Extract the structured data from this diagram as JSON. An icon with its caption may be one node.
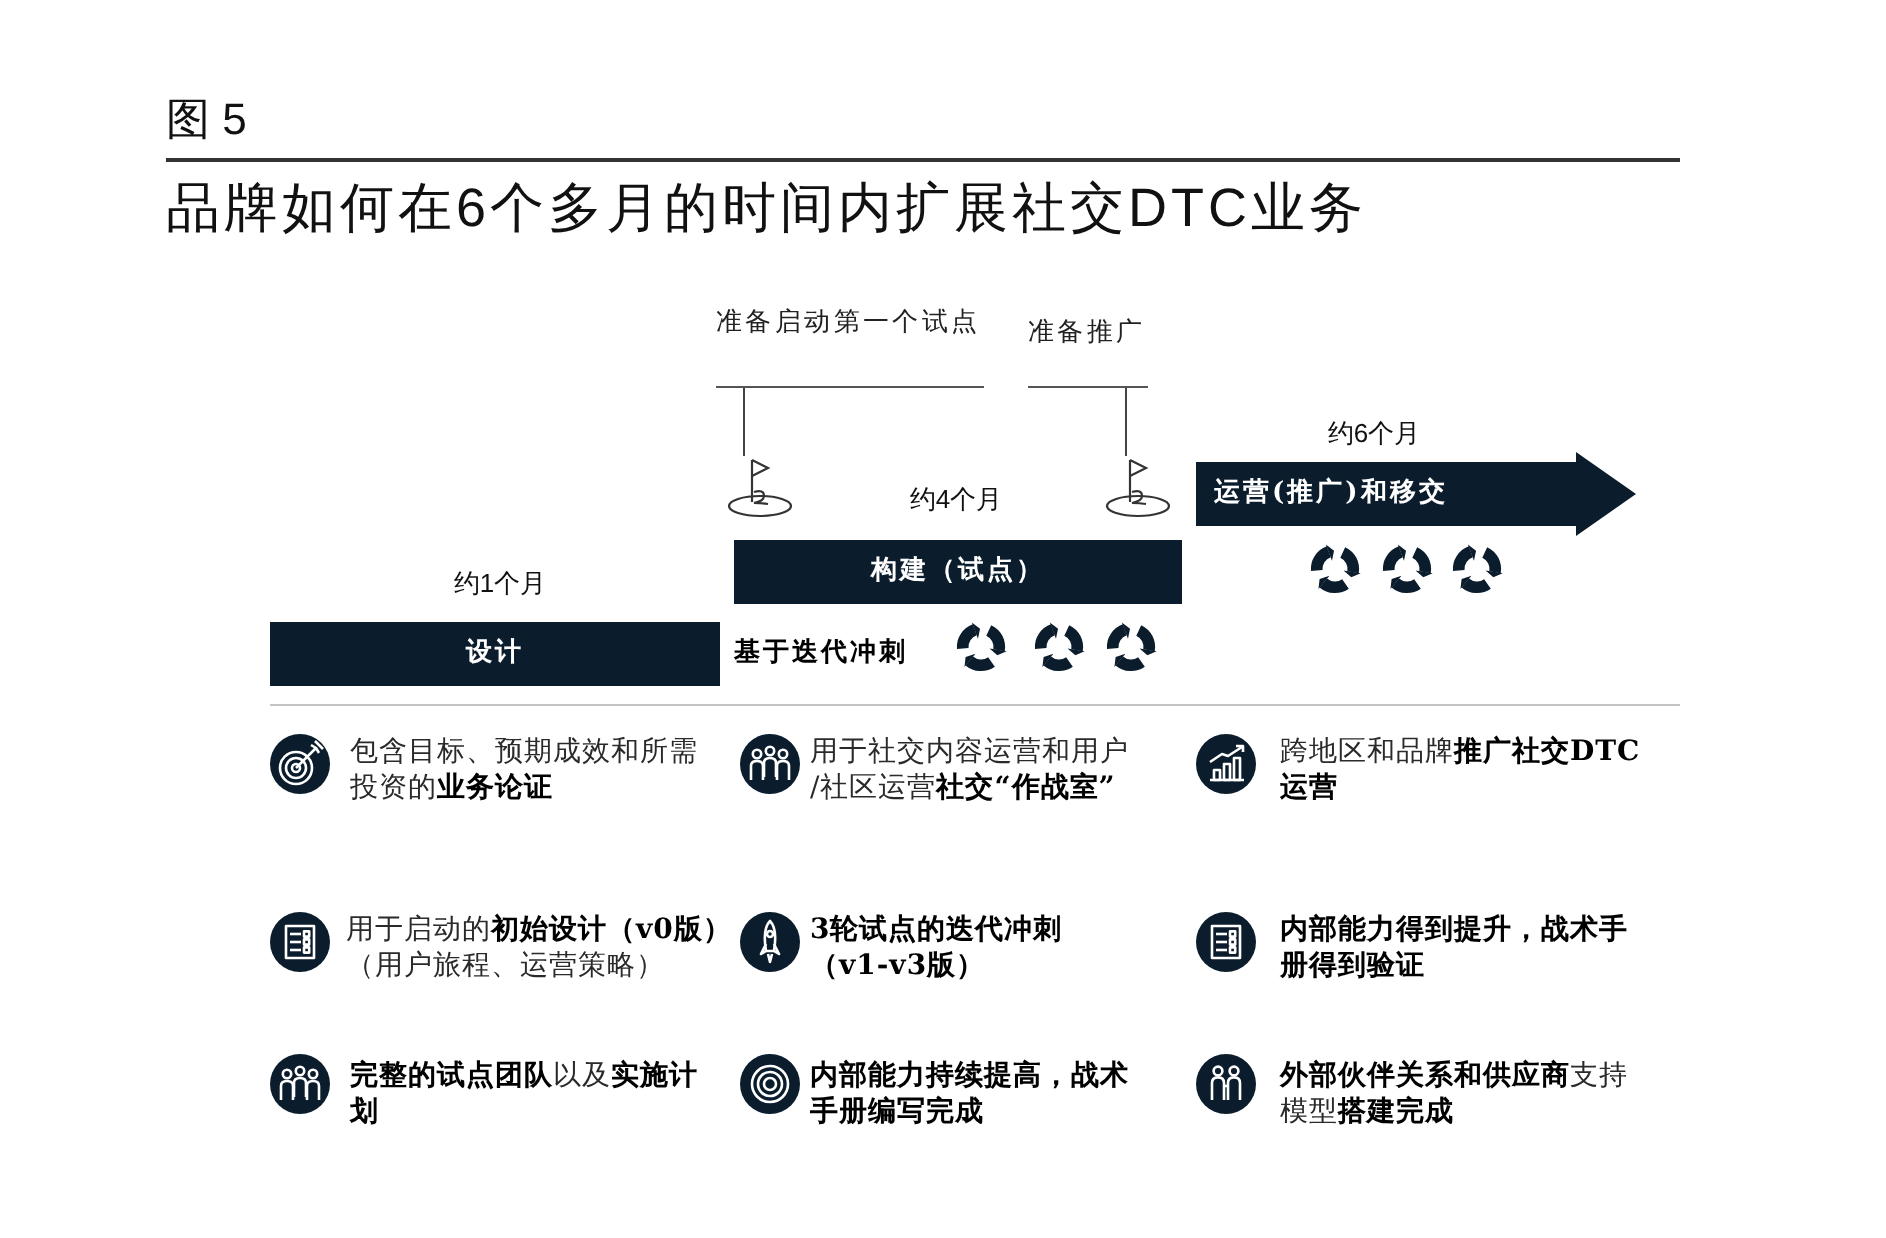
{
  "diagram": {
    "title": "品牌如何在6个多月的时间内扩展社交DTC业务",
    "nodes": [
      {
        "text": [
          "准备启动第一个试点"
        ]
      },
      {
        "text": [
          "准备推广"
        ]
      },
      {
        "text": [],
        "shape": "flag"
      },
      {
        "text": [],
        "shape": "flag"
      },
      {
        "text": [
          "运营(推广)和移交"
        ],
        "beside": [
          "约6个月"
        ]
      },
      {
        "text": [
          "构建（试点）"
        ],
        "beside": [
          "约4个月"
        ]
      },
      {
        "text": [
          "设计"
        ],
        "beside": [
          "约1个月"
        ]
      }
    ],
    "edges": [
      {
        "from": 0,
        "to": 2,
        "arrow": "none"
      },
      {
        "from": 1,
        "to": 3,
        "arrow": "none"
      }
    ],
    "labels": [
      "图 5",
      "基于迭代冲刺",
      "包含目标、预期成效和所需投资的**业务论证**",
      "用于社交内容运营和用户/社区运营**社交“作战室”**",
      "跨地区和品牌**推广社交DTC运营**",
      "用于启动的**初始设计（v0版）**（用户旅程、运营策略）",
      "3轮试点的迭代冲刺（v1-v3版）",
      "内部能力得到提升，战术手册得到验证",
      "**完整的试点团队**以及**实施计划**",
      "内部能力持续提高，战术手册编写完成",
      "**外部伙伴关系和供应商**支持模型**搭建完成**"
    ]
  }
}
